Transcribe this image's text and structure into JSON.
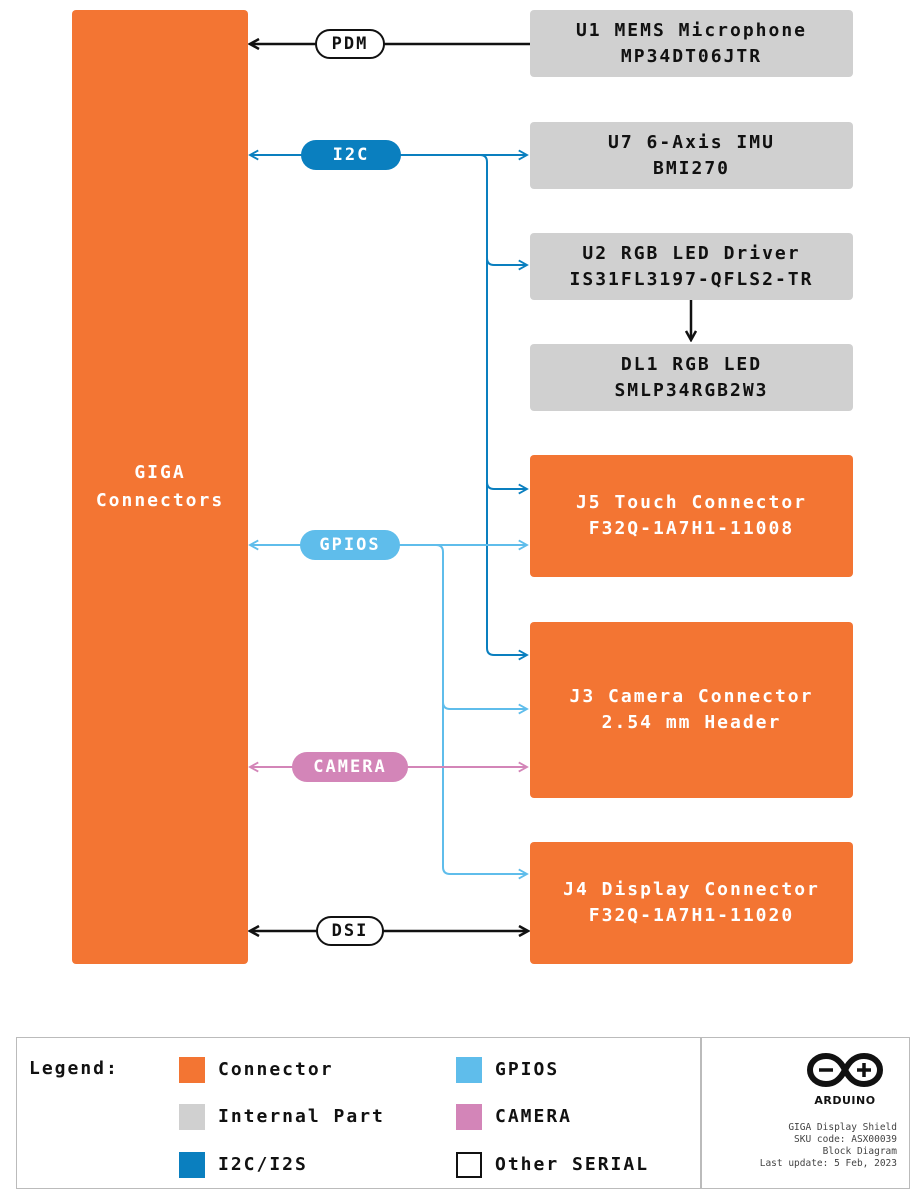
{
  "diagram": {
    "main_block": {
      "line1": "GIGA",
      "line2": "Connectors"
    },
    "blocks": [
      {
        "id": "mic",
        "line1": "U1 MEMS Microphone",
        "line2": "MP34DT06JTR"
      },
      {
        "id": "imu",
        "line1": "U7 6-Axis IMU",
        "line2": "BMI270"
      },
      {
        "id": "led_driver",
        "line1": "U2 RGB LED Driver",
        "line2": "IS31FL3197-QFLS2-TR"
      },
      {
        "id": "led",
        "line1": "DL1 RGB LED",
        "line2": "SMLP34RGB2W3"
      },
      {
        "id": "touch",
        "line1": "J5 Touch Connector",
        "line2": "F32Q-1A7H1-11008"
      },
      {
        "id": "camera",
        "line1": "J3 Camera Connector",
        "line2": "2.54 mm Header"
      },
      {
        "id": "display",
        "line1": "J4 Display Connector",
        "line2": "F32Q-1A7H1-11020"
      }
    ],
    "buses": {
      "pdm": "PDM",
      "i2c": "I2C",
      "gpios": "GPIOS",
      "camera": "CAMERA",
      "dsi": "DSI"
    },
    "colors": {
      "connector": "#F37533",
      "internal": "#D0D0D0",
      "i2c": "#0A7FBF",
      "gpio": "#5FBDEB",
      "camera": "#D385B8",
      "serial": "#111111"
    }
  },
  "legend": {
    "title": "Legend:",
    "items": [
      {
        "label": "Connector",
        "color": "#F37533"
      },
      {
        "label": "Internal Part",
        "color": "#D0D0D0"
      },
      {
        "label": "I2C/I2S",
        "color": "#0A7FBF"
      },
      {
        "label": "GPIOS",
        "color": "#5FBDEB"
      },
      {
        "label": "CAMERA",
        "color": "#D385B8"
      },
      {
        "label": "Other SERIAL",
        "color": "#ffffff"
      }
    ]
  },
  "logo": {
    "icon": "arduino-logo-icon",
    "text": "ARDUINO"
  },
  "info": {
    "product": "GIGA Display Shield",
    "sku": "SKU code: ASX00039",
    "doc": "Block Diagram",
    "updated": "Last update: 5 Feb, 2023"
  }
}
